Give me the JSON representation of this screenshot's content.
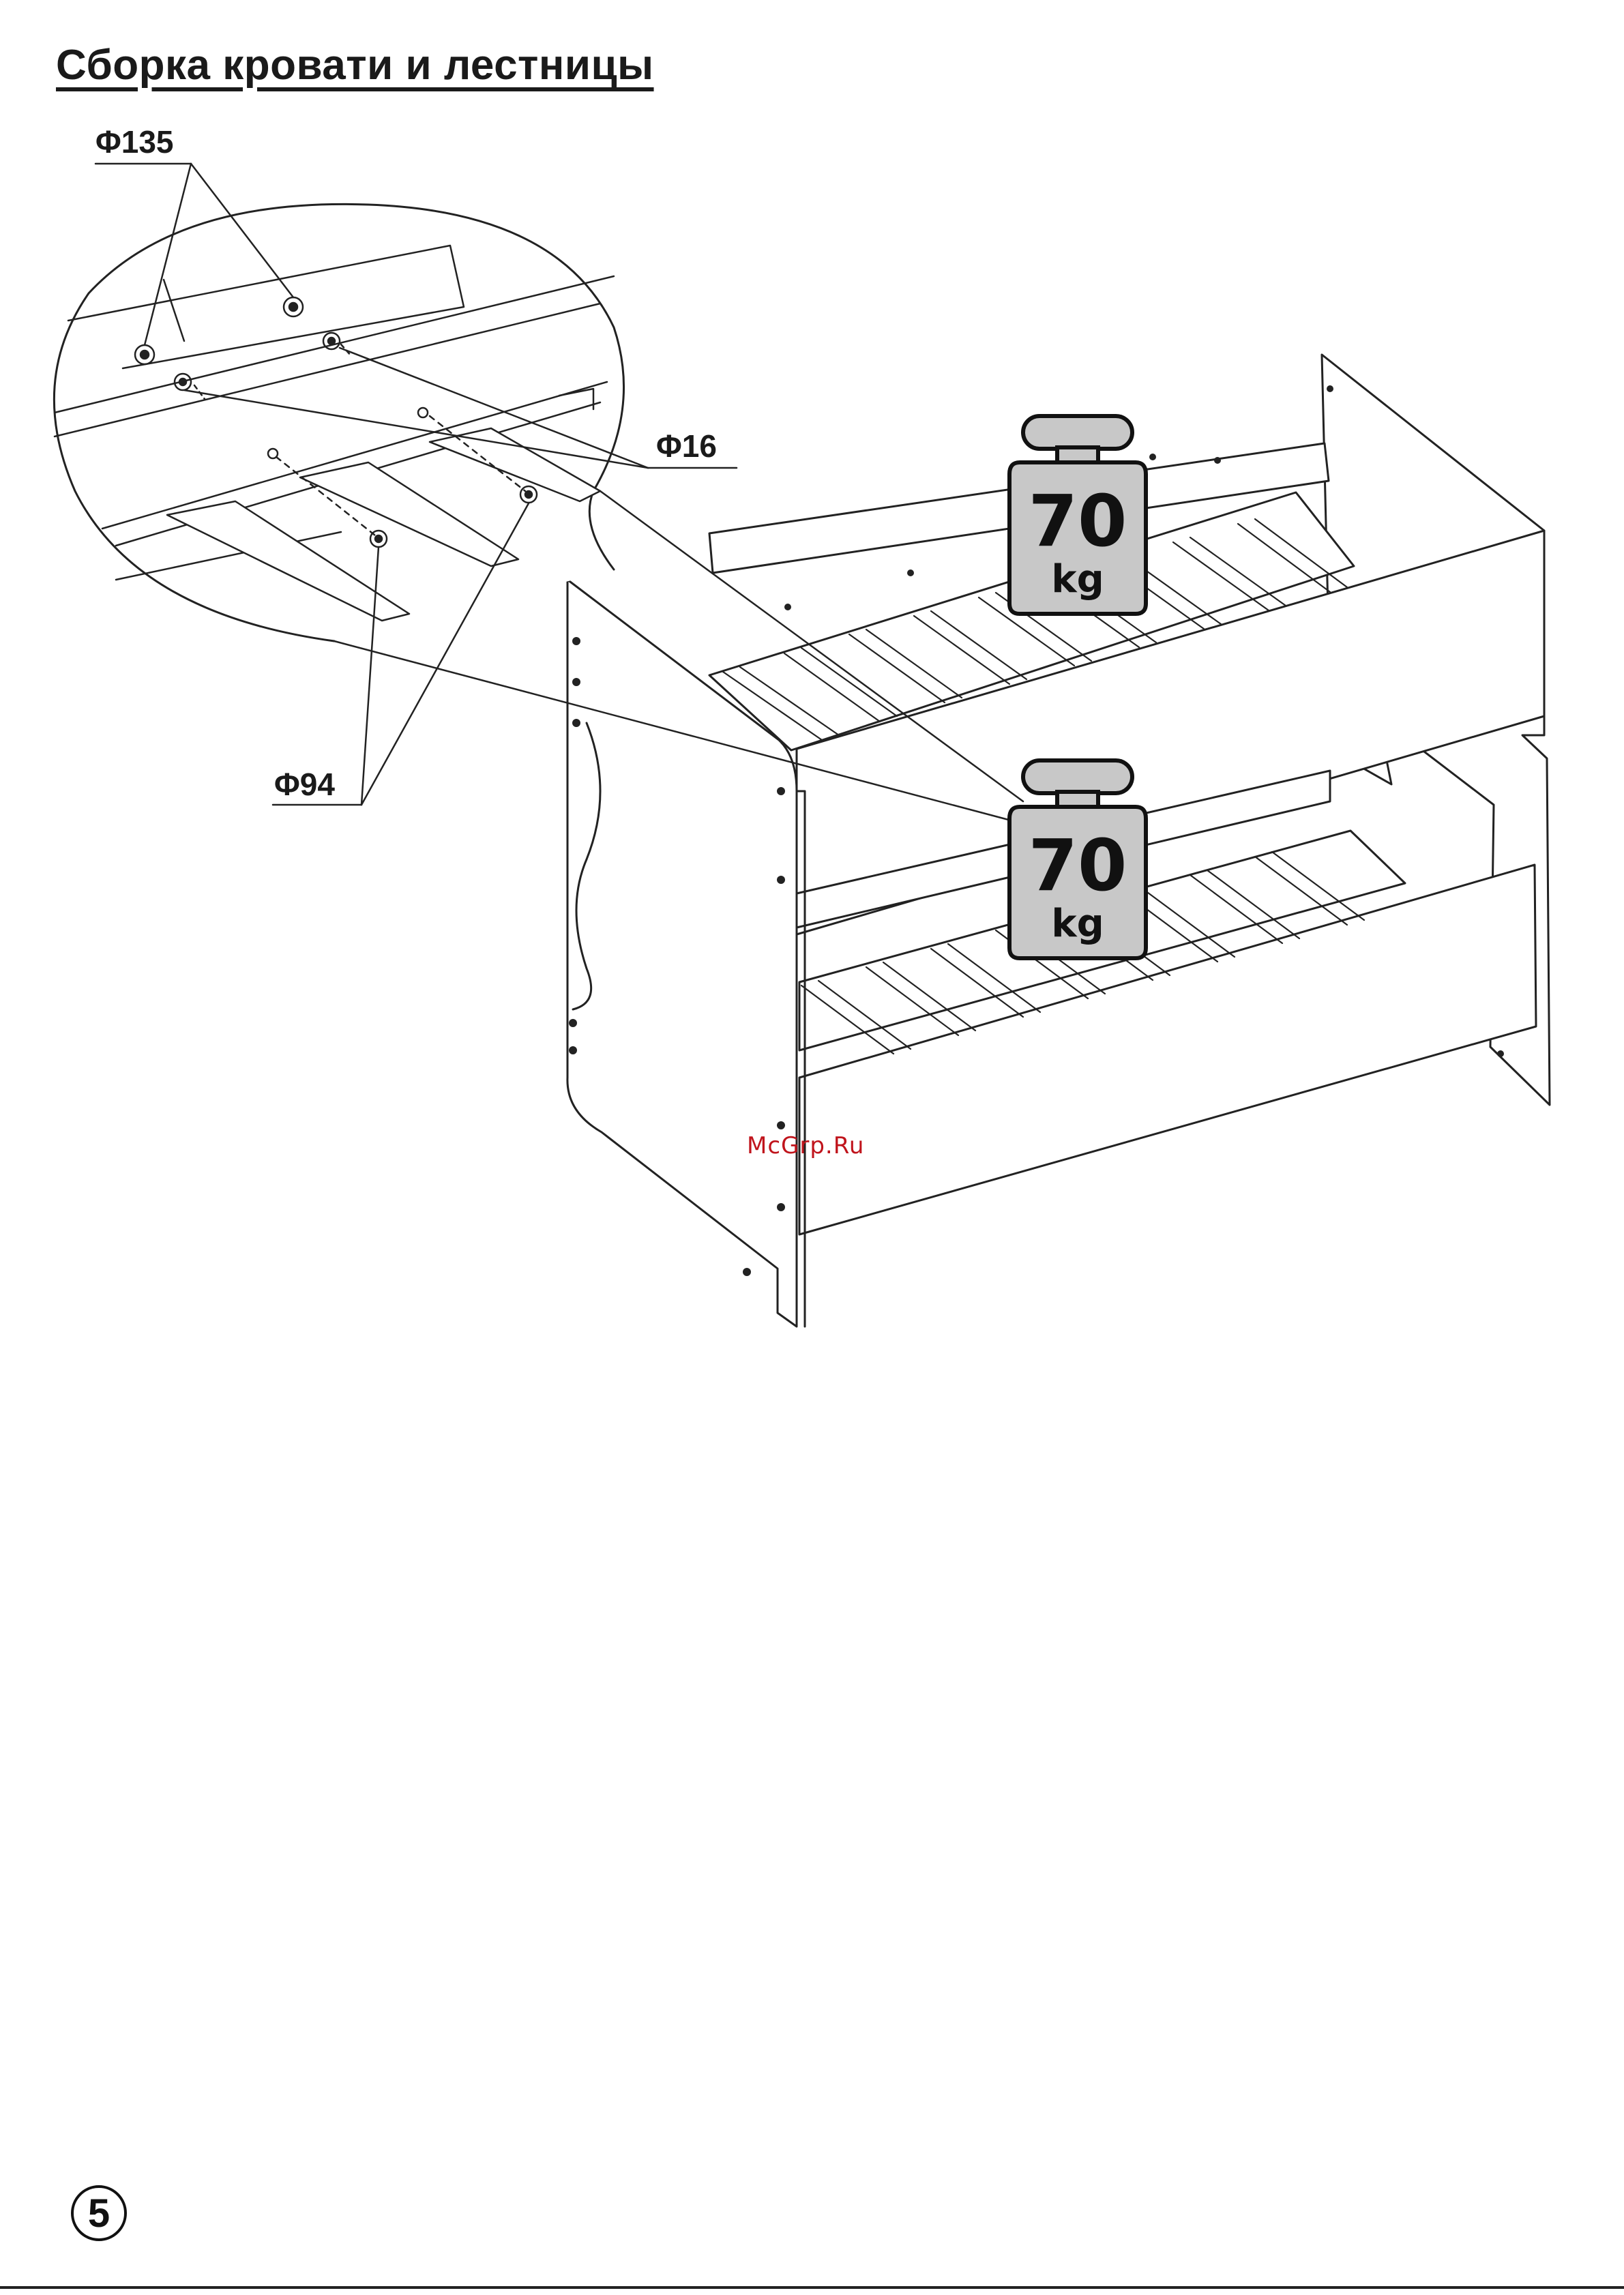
{
  "page": {
    "title": "Сборка кровати и лестницы",
    "watermark": "McGrp.Ru",
    "page_number": "5"
  },
  "callouts": {
    "top_left": "Φ135",
    "right": "Φ16",
    "bottom_left": "Φ94"
  },
  "weights": {
    "upper": {
      "value": "70",
      "unit": "kg"
    },
    "lower": {
      "value": "70",
      "unit": "kg"
    }
  }
}
